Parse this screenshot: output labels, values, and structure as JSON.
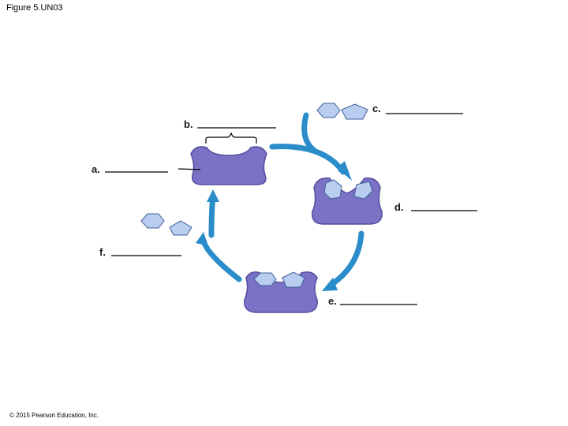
{
  "figure_title": "Figure 5.UN03",
  "copyright": "© 2015 Pearson Education, Inc.",
  "labels": {
    "a": "a.",
    "b": "b.",
    "c": "c.",
    "d": "d.",
    "e": "e.",
    "f": "f."
  },
  "colors": {
    "enzyme_fill": "#7a72c4",
    "enzyme_edge": "#544c9e",
    "substrate_fill": "#b9cdf0",
    "substrate_edge": "#3f5f9a",
    "arrow": "#2a8cc8"
  }
}
